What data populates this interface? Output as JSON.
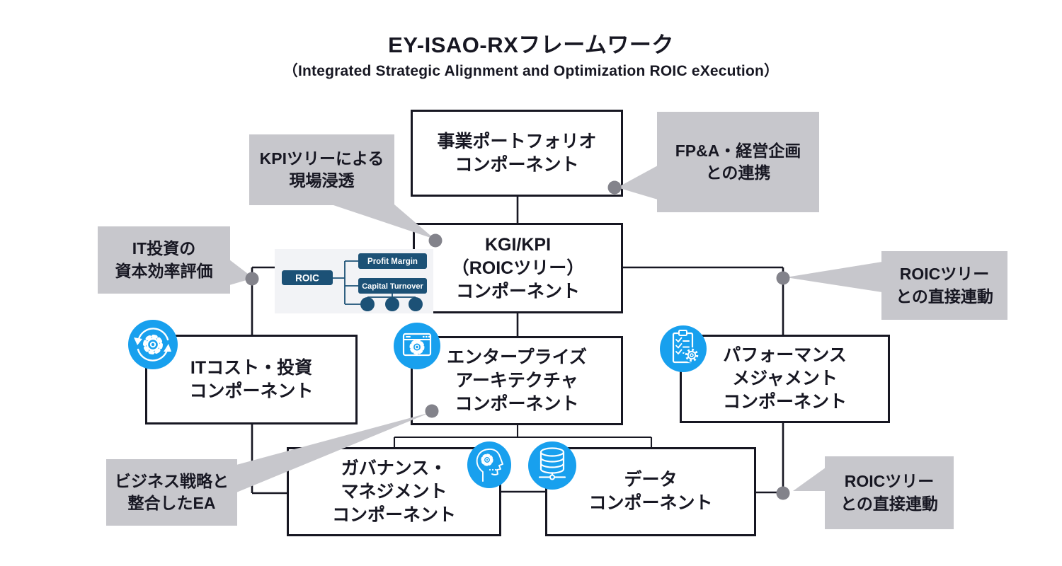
{
  "title": "EY-ISAO-RXフレームワーク",
  "subtitle": "（Integrated Strategic Alignment and Optimization ROIC eXecution）",
  "colors": {
    "accent_blue": "#18A0EE",
    "callout_gray": "#C7C7CC",
    "dot_gray": "#83838B",
    "line_dark": "#171722",
    "roic_navy": "#1C5176",
    "inset_bg": "#F2F3F6"
  },
  "boxes": {
    "portfolio": {
      "label": "事業ポートフォリオ\nコンポーネント"
    },
    "kgi_kpi": {
      "label": "KGI/KPI\n（ROICツリー）\nコンポーネント"
    },
    "it_cost": {
      "label": "ITコスト・投資\nコンポーネント",
      "icon": "sync-gear-icon"
    },
    "enterprise_architecture": {
      "label": "エンタープライズ\nアーキテクチャ\nコンポーネント",
      "icon": "browser-gear-icon"
    },
    "performance": {
      "label": "パフォーマンス\nメジャメント\nコンポーネント",
      "icon": "clipboard-checklist-icon"
    },
    "governance": {
      "label": "ガバナンス・\nマネジメント\nコンポーネント",
      "icon": "head-gear-icon"
    },
    "data": {
      "label": "データ\nコンポーネント",
      "icon": "database-network-icon"
    }
  },
  "callouts": {
    "kpi_tree": {
      "label": "KPIツリーによる\n現場浸透"
    },
    "fpa": {
      "label": "FP&A・経営企画\nとの連携"
    },
    "it_investment": {
      "label": "IT投資の\n資本効率評価"
    },
    "roic_link_right": {
      "label": "ROICツリー\nとの直接連動"
    },
    "business_strategy": {
      "label": "ビジネス戦略と\n整合したEA"
    },
    "roic_link_bottom": {
      "label": "ROICツリー\nとの直接連動"
    }
  },
  "roic_tree": {
    "root": "ROIC",
    "children": [
      "Profit Margin",
      "Capital Turnover"
    ],
    "leaf_count": 3
  }
}
